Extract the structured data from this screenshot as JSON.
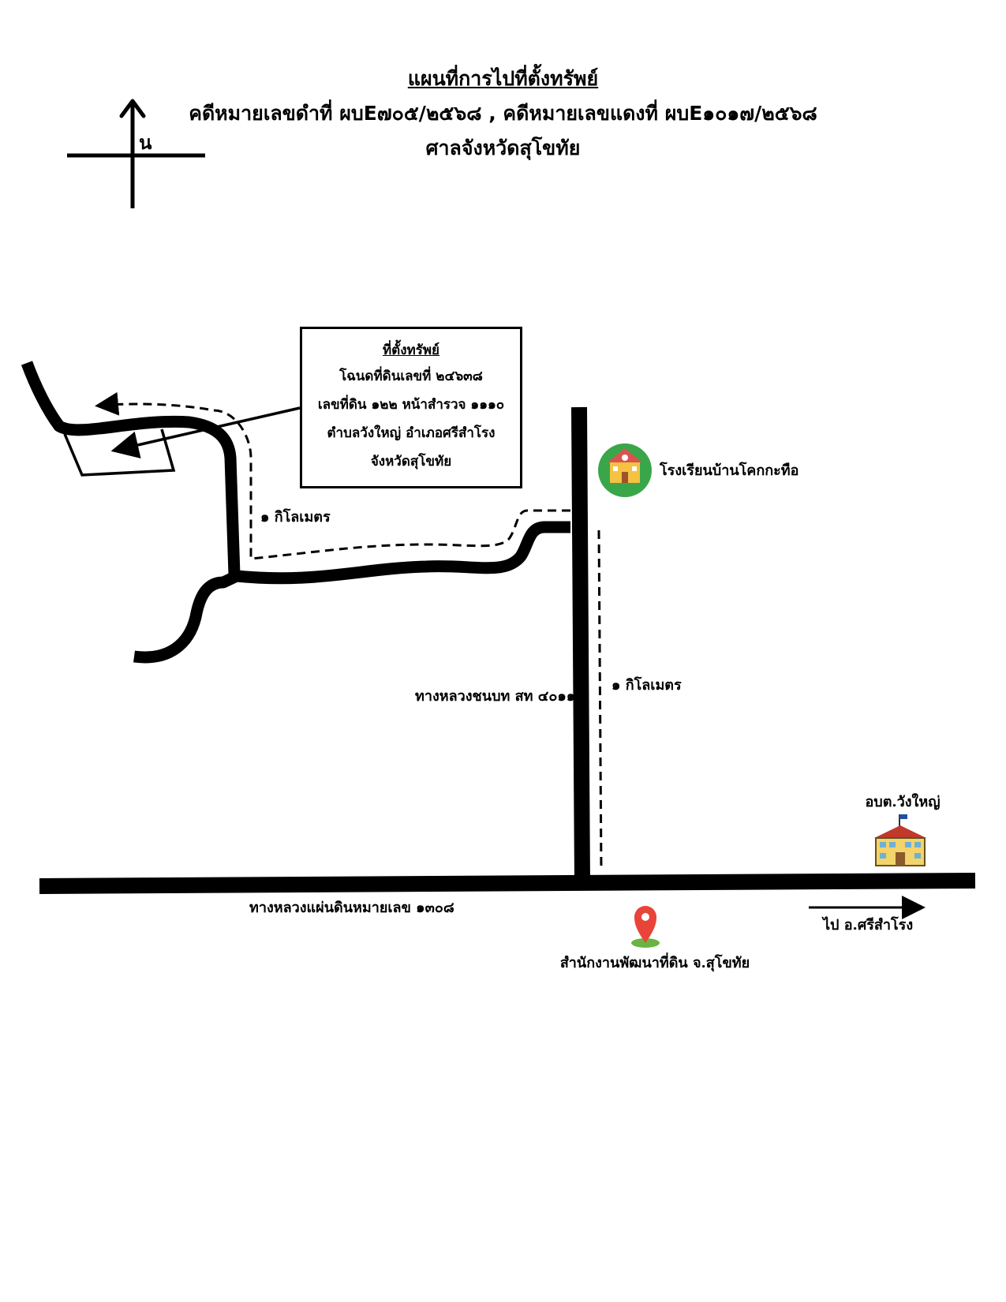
{
  "title": {
    "line1": "แผนที่การไปที่ตั้งทรัพย์",
    "line2": "คดีหมายเลขดำที่ ผบE๗๐๕/๒๕๖๘  ,  คดีหมายเลขแดงที่ ผบE๑๐๑๗/๒๕๖๘",
    "line3": "ศาลจังหวัดสุโขทัย"
  },
  "compass": {
    "north_label": "น",
    "icon": "north-arrow-icon"
  },
  "property_box": {
    "heading": "ที่ตั้งทรัพย์",
    "lines": [
      "โฉนดที่ดินเลขที่ ๒๔๖๓๘",
      "เลขที่ดิน ๑๒๒ หน้าสำรวจ ๑๑๑๐",
      "ตำบลวังใหญ่ อำเภอศรีสำโรง",
      "จังหวัดสุโขทัย"
    ]
  },
  "labels": {
    "distance_left": "๑ กิโลเมตร",
    "distance_right": "๑ กิโลเมตร",
    "rural_road": "ทางหลวงชนบท สท ๔๐๑๑",
    "highway": "ทางหลวงแผ่นดินหมายเลข ๑๓๐๘",
    "direction": "ไป อ.ศรีสำโรง"
  },
  "landmarks": {
    "school": {
      "label": "โรงเรียนบ้านโคกกะทือ",
      "icon": "school-icon",
      "color": "#3aa64a"
    },
    "sao": {
      "label": "อบต.วังใหญ่",
      "icon": "government-building-icon"
    },
    "land_office": {
      "label": "สำนักงานพัฒนาที่ดิน จ.สุโขทัย",
      "icon": "location-pin-icon",
      "color": "#e8443a"
    }
  }
}
